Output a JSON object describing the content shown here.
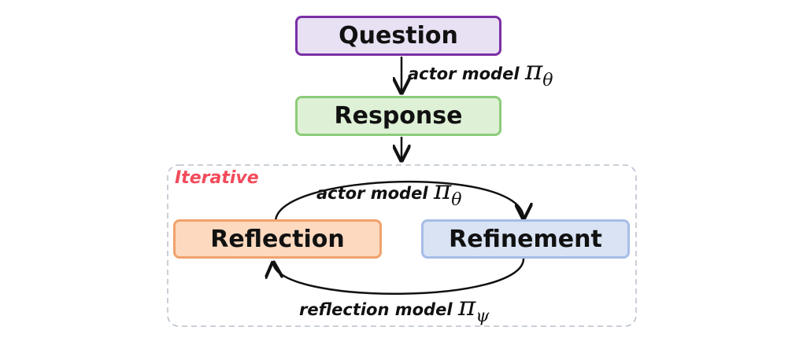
{
  "nodes": {
    "question": {
      "label": "Question",
      "fill": "#e8e0f3",
      "border": "#7b2fa5"
    },
    "response": {
      "label": "Response",
      "fill": "#def1d6",
      "border": "#8ccc7a"
    },
    "reflection": {
      "label": "Reflection",
      "fill": "#fdd9bf",
      "border": "#f0a26c"
    },
    "refinement": {
      "label": "Refinement",
      "fill": "#d9e3f4",
      "border": "#a6bde6"
    }
  },
  "edges": {
    "actor_top": {
      "text": "actor model",
      "symbol": "π",
      "subscript": "θ"
    },
    "actor_loop": {
      "text": "actor model",
      "symbol": "π",
      "subscript": "θ"
    },
    "reflection_loop": {
      "text": "reflection model",
      "symbol": "π",
      "subscript": "ψ"
    }
  },
  "group": {
    "label": "Iterative",
    "label_color": "#f24b5b"
  }
}
